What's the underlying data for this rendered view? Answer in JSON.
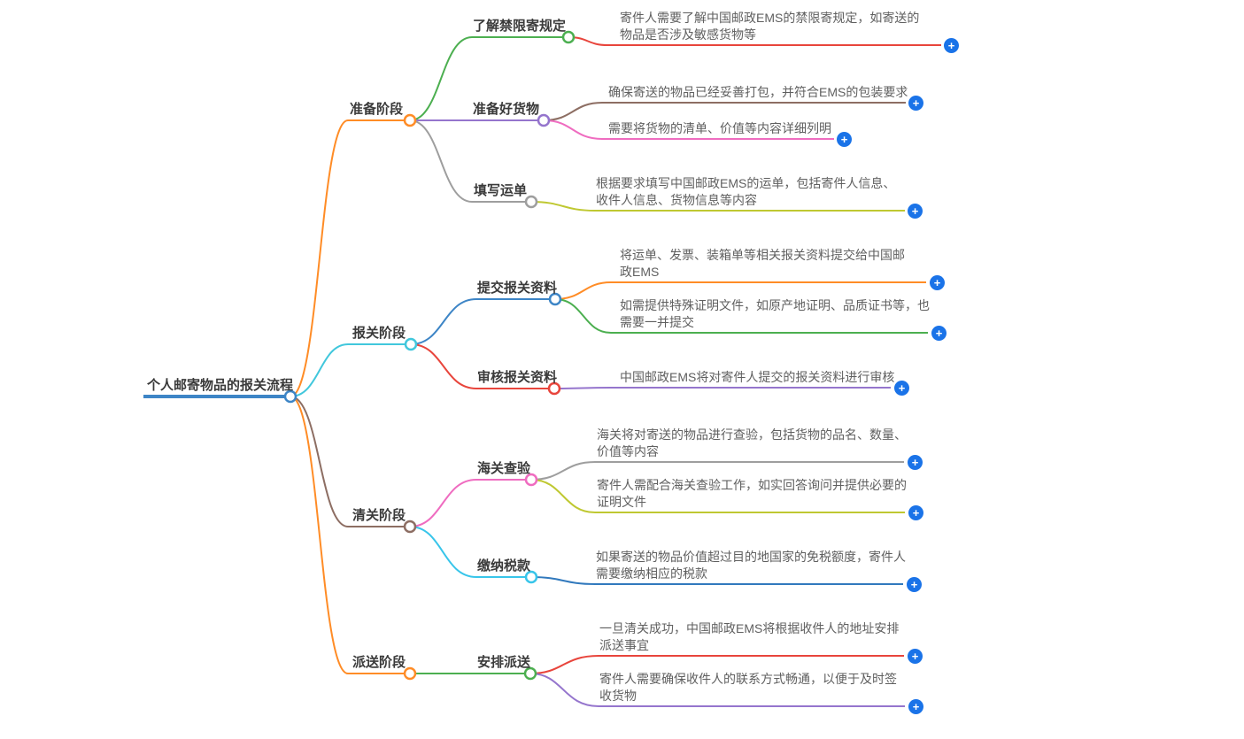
{
  "colors": {
    "background": "#ffffff",
    "node_text": "#3a3a3a",
    "leaf_text": "#5f5f5f",
    "plus_button": "#1a73e8"
  },
  "root": {
    "label": "个人邮寄物品的报关流程",
    "color": "#3d85c6"
  },
  "branches": [
    {
      "label": "准备阶段",
      "color": "#ff8c26",
      "children": [
        {
          "label": "了解禁限寄规定",
          "color": "#4caf50",
          "leaves": [
            {
              "text": "寄件人需要了解中国邮政EMS的禁限寄规定，如寄送的物品是否涉及敏感货物等",
              "color": "#e8453c"
            }
          ]
        },
        {
          "label": "准备好货物",
          "color": "#9575cd",
          "leaves": [
            {
              "text": "确保寄送的物品已经妥善打包，并符合EMS的包装要求",
              "color": "#8d6e63"
            },
            {
              "text": "需要将货物的清单、价值等内容详细列明",
              "color": "#ef6cc0"
            }
          ]
        },
        {
          "label": "填写运单",
          "color": "#9e9e9e",
          "leaves": [
            {
              "text": "根据要求填写中国邮政EMS的运单，包括寄件人信息、收件人信息、货物信息等内容",
              "color": "#bfc831"
            }
          ]
        }
      ]
    },
    {
      "label": "报关阶段",
      "color": "#41c7dc",
      "children": [
        {
          "label": "提交报关资料",
          "color": "#3d85c6",
          "leaves": [
            {
              "text": "将运单、发票、装箱单等相关报关资料提交给中国邮政EMS",
              "color": "#ff8c26"
            },
            {
              "text": "如需提供特殊证明文件，如原产地证明、品质证书等，也需要一并提交",
              "color": "#4caf50"
            }
          ]
        },
        {
          "label": "审核报关资料",
          "color": "#e8453c",
          "leaves": [
            {
              "text": "中国邮政EMS将对寄件人提交的报关资料进行审核",
              "color": "#9575cd"
            }
          ]
        }
      ]
    },
    {
      "label": "清关阶段",
      "color": "#8d6e63",
      "children": [
        {
          "label": "海关查验",
          "color": "#ef6cc0",
          "leaves": [
            {
              "text": "海关将对寄送的物品进行查验，包括货物的品名、数量、价值等内容",
              "color": "#9e9e9e"
            },
            {
              "text": "寄件人需配合海关查验工作，如实回答询问并提供必要的证明文件",
              "color": "#bfc831"
            }
          ]
        },
        {
          "label": "缴纳税款",
          "color": "#38c5ea",
          "leaves": [
            {
              "text": "如果寄送的物品价值超过目的地国家的免税额度，寄件人需要缴纳相应的税款",
              "color": "#3179bd"
            }
          ]
        }
      ]
    },
    {
      "label": "派送阶段",
      "color": "#ff8c26",
      "children": [
        {
          "label": "安排派送",
          "color": "#4caf50",
          "leaves": [
            {
              "text": "一旦清关成功，中国邮政EMS将根据收件人的地址安排派送事宜",
              "color": "#e8453c"
            },
            {
              "text": "寄件人需要确保收件人的联系方式畅通，以便于及时签收货物",
              "color": "#9575cd"
            }
          ]
        }
      ]
    }
  ]
}
